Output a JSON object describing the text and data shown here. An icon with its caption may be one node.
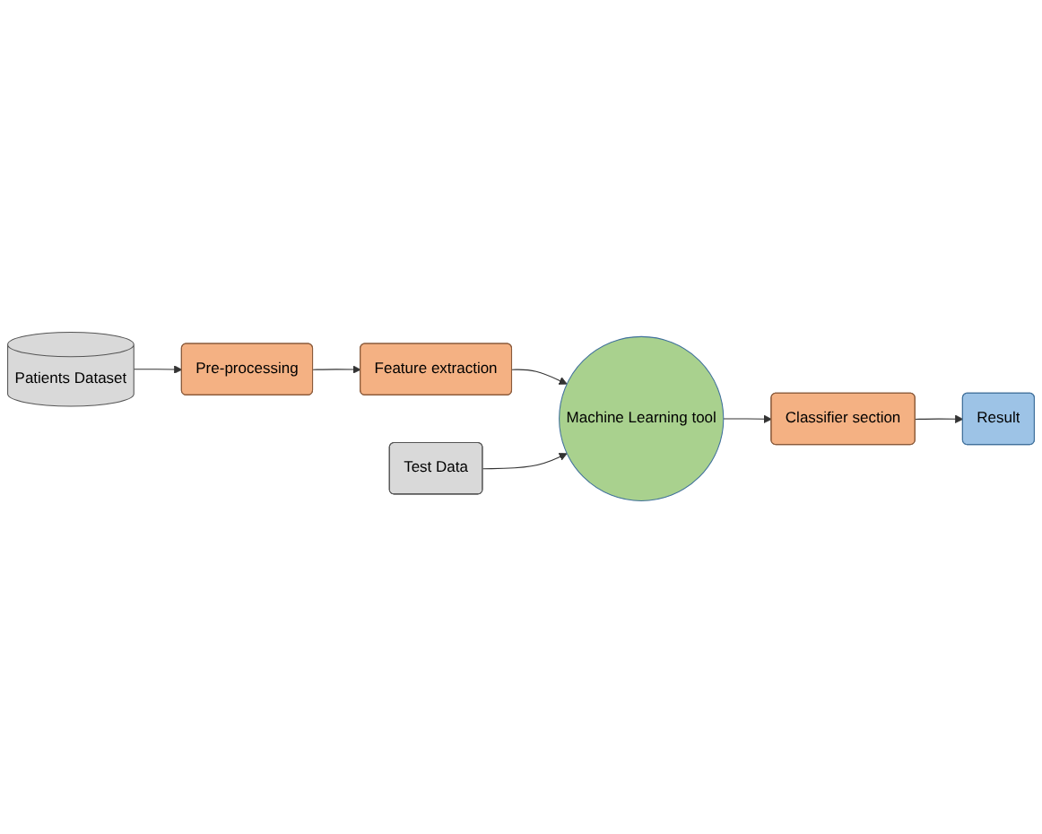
{
  "diagram": {
    "nodes": [
      {
        "text": [
          "Patients Dataset"
        ]
      },
      {
        "text": [
          "Pre-processing"
        ]
      },
      {
        "text": [
          "Feature extraction"
        ]
      },
      {
        "text": [
          "Test Data"
        ]
      },
      {
        "text": [
          "Machine Learning tool"
        ]
      },
      {
        "text": [
          "Classifier section"
        ]
      },
      {
        "text": [
          "Result"
        ]
      }
    ],
    "edges": [
      {
        "from": 0,
        "to": 1,
        "arrow": "to"
      },
      {
        "from": 1,
        "to": 2,
        "arrow": "to"
      },
      {
        "from": 2,
        "to": 4,
        "arrow": "to"
      },
      {
        "from": 3,
        "to": 4,
        "arrow": "to"
      },
      {
        "from": 4,
        "to": 5,
        "arrow": "to"
      },
      {
        "from": 5,
        "to": 6,
        "arrow": "to"
      }
    ]
  }
}
